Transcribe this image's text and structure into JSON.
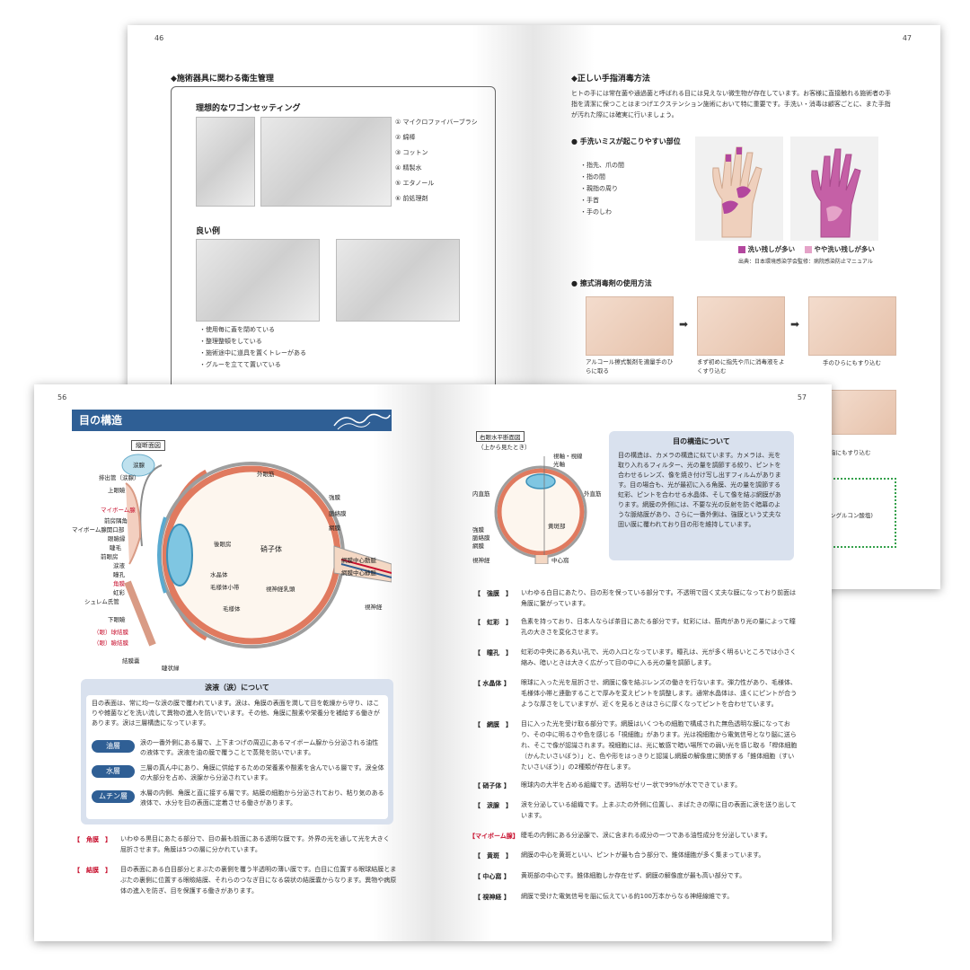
{
  "back_spread": {
    "left_page_number": "46",
    "right_page_number": "47",
    "hygiene": {
      "heading": "◆施術器具に関わる衛生管理",
      "ideal_title": "理想的なワゴンセッティング",
      "items": [
        "① マイクロファイバーブラシ",
        "② 綿棒",
        "③ コットン",
        "④ 精製水",
        "⑤ エタノール",
        "⑥ 前処理剤"
      ],
      "good_title": "良い例",
      "good_points": [
        "・使用毎に蓋を閉めている",
        "・整理整頓をしている",
        "・施術途中に道具を置くトレーがある",
        "・グルーを立てて置いている"
      ]
    },
    "hand": {
      "heading": "◆正しい手指消毒方法",
      "intro": "ヒトの手には常在菌や通過菌と呼ばれる目には見えない微生物が存在しています。お客様に直接触れる施術者の手指を清潔に保つことはまつげエクステンション施術において特に重要です。手洗い・消毒は顧客ごとに、また手指が汚れた際には確実に行いましょう。",
      "miss_title": "● 手洗いミスが起こりやすい部位",
      "miss_points": [
        "・指先、爪の間",
        "・指の間",
        "・親指の周り",
        "・手首",
        "・手のしわ"
      ],
      "legend_dark": "洗い残しが多い",
      "legend_light": "やや洗い残しが多い",
      "source": "出典：日本環境感染学会監修：病院感染防止マニュアル",
      "rub_title": "● 擦式消毒剤の使用方法",
      "step1": "アルコール擦式製剤を適量手のひらに取る",
      "step2": "まず初めに指先や爪に消毒液をよくすり込む",
      "step3": "手のひらにもすり込む",
      "step4": "指にもすり込む",
      "partial": "ングルコン酸塩)"
    }
  },
  "front_spread": {
    "left_page_number": "56",
    "right_page_number": "57",
    "section_title": "目の構造",
    "diagram_caption": "縦断面図",
    "diagram_labels": {
      "tear_gland": "涙腺",
      "tear_duct": "排出管（涙腺）",
      "upper_lid": "上眼瞼",
      "meibomian": "マイボーム腺",
      "fornix": "前房隅角",
      "meibomian_orifice": "マイボーム腺開口部",
      "lid_margin": "眼瞼縁",
      "lash": "睫毛",
      "anterior_chamber": "前眼房",
      "tear": "涙液",
      "pupil": "瞳孔",
      "cornea": "角膜",
      "iris": "虹彩",
      "schlemm": "シュレム氏管",
      "lower_lid": "下眼瞼",
      "bulbar_conj": "（眼）球結膜",
      "palpebral_conj": "（眼）瞼結膜",
      "conj_sac": "結膜嚢",
      "ciliary_body": "毛様体",
      "zonule": "毛様体小帯",
      "posterior_chamber": "後眼房",
      "lens": "水晶体",
      "vitreous": "硝子体",
      "extraocular": "外眼筋",
      "sclera": "強膜",
      "choroid": "脈絡膜",
      "retina": "網膜",
      "artery": "網膜中心動脈",
      "vein": "網膜中心静脈",
      "nerve_head": "視神経乳頭",
      "optic_nerve": "視神経",
      "lash_root": "睫状緑"
    },
    "tear_panel": {
      "title": "涙液（涙）について",
      "body": "目の表面は、常に均一な涙の膜で覆われています。涙は、角膜の表面を潤して目を乾燥から守り、ほこりや雑菌などを洗い流して異物の進入を防いでいます。その他、角膜に酸素や栄養分を補給する働きがあります。涙は三層構造になっています。",
      "layers": [
        {
          "name": "油層",
          "text": "涙の一番外側にある層で、上下まつげの周辺にあるマイボーム腺から分泌される油性の液体です。涙液を油の膜で覆うことで蒸発を防いでいます。"
        },
        {
          "name": "水層",
          "text": "三層の真ん中にあり、角膜に供給するための栄養素や酸素を含んでいる層です。涙全体の大部分を占め、涙腺から分泌されています。"
        },
        {
          "name": "ムチン層",
          "text": "水層の内側、角膜と直に接する層です。結膜の細胞から分泌されており、粘り気のある液体で、水分を目の表面に定着させる働きがあります。"
        }
      ]
    },
    "left_terms": [
      {
        "term": "【　角膜　】",
        "def": "いわゆる黒目にあたる部分で、目の最も前面にある透明な膜です。外界の光を通して光を大きく屈折させます。角膜は5つの層に分かれています。"
      },
      {
        "term": "【　結膜　】",
        "def": "目の表面にある白目部分とまぶたの裏側を覆う半透明の薄い膜です。白目に位置する眼球結膜とまぶたの裏側に位置する眼瞼結膜、それらのつなぎ目になる袋状の結膜嚢からなります。異物や病原体の進入を防ぎ、目を保護する働きがあります。"
      }
    ],
    "right_diagram": {
      "caption1": "右眼水平断面図",
      "caption2": "（上から見たとき）",
      "labels": [
        "視軸・視線",
        "光軸",
        "内直筋",
        "外直筋",
        "強膜",
        "脈絡膜",
        "網膜",
        "黄斑部",
        "視神経",
        "中心窩"
      ]
    },
    "structure_panel": {
      "title": "目の構造について",
      "body": "目の構造は、カメラの構造に似ています。カメラは、光を取り入れるフィルター、光の量を調節する絞り、ピントを合わせるレンズ、像を焼き付け写し出すフィルムがあります。目の場合も、光が最初に入る角膜、光の量を調節する虹彩、ピントを合わせる水晶体、そして像を結ぶ網膜があります。網膜の外側には、不要な光の反射を防ぐ暗幕のような脈絡膜があり、さらに一番外側は、強膜という丈夫な固い膜に覆われており目の形を維持しています。"
    },
    "right_terms": [
      {
        "term": "【　強膜　】",
        "def": "いわゆる白目にあたり、目の形を保っている部分です。不透明で固く丈夫な膜になっており前面は角膜に繋がっています。"
      },
      {
        "term": "【　虹彩　】",
        "def": "色素を持っており、日本人ならば茶目にあたる部分です。虹彩には、筋肉があり光の量によって瞳孔の大きさを変化させます。"
      },
      {
        "term": "【　瞳孔　】",
        "def": "虹彩の中央にある丸い孔で、光の入口となっています。瞳孔は、光が多く明るいところでは小さく縮み、暗いときは大きく広がって目の中に入る光の量を調節します。"
      },
      {
        "term": "【 水晶体 】",
        "def": "眼球に入った光を屈折させ、網膜に像を結ぶレンズの働きを行ないます。弾力性があり、毛様体、毛様体小帯と連動することで厚みを変えピントを調整します。通常水晶体は、遠くにピントが合うような厚さをしていますが、近くを見るときはさらに厚くなってピントを合わせています。"
      },
      {
        "term": "【　網膜　】",
        "def": "目に入った光を受け取る部分です。網膜はいくつもの細胞で構成された無色透明な膜になっており、その中に明るさや色を感じる「視細胞」があります。光は視細胞から電気信号となり脳に送られ、そこで像が認識されます。視細胞には、光に敏感で暗い場所での弱い光を感じ取る「桿体細胞（かんたいさいぼう）」と、色や形をはっきりと認識し網膜の解像度に関係する「錐体細胞（すいたいさいぼう）」の2種類が存在します。"
      },
      {
        "term": "【 硝子体 】",
        "def": "眼球内の大半を占める組織です。透明なゼリー状で99%が水でできています。"
      },
      {
        "term": "【　涙腺　】",
        "def": "涙を分泌している組織です。上まぶたの外側に位置し、まばたきの際に目の表面に涙を送り出しています。"
      },
      {
        "term": "【マイボーム腺】",
        "def": "睫毛の内側にある分泌腺で、涙に含まれる成分の一つである油性成分を分泌しています。"
      },
      {
        "term": "【　黄斑　】",
        "def": "網膜の中心を黄斑といい、ピントが最も合う部分で、錐体細胞が多く集まっています。"
      },
      {
        "term": "【 中心窩 】",
        "def": "黄斑部の中心です。錐体細胞しか存在せず、網膜の解像度が最も高い部分です。"
      },
      {
        "term": "【 視神経 】",
        "def": "網膜で受けた電気信号を脳に伝えている約100万本からなる神経線維です。"
      }
    ]
  },
  "colors": {
    "accent": "#2f5f95",
    "panel": "#d9e1ee",
    "term_red": "#c8102e",
    "stain_dark": "#b3479e",
    "stain_light": "#e5a3c8"
  }
}
